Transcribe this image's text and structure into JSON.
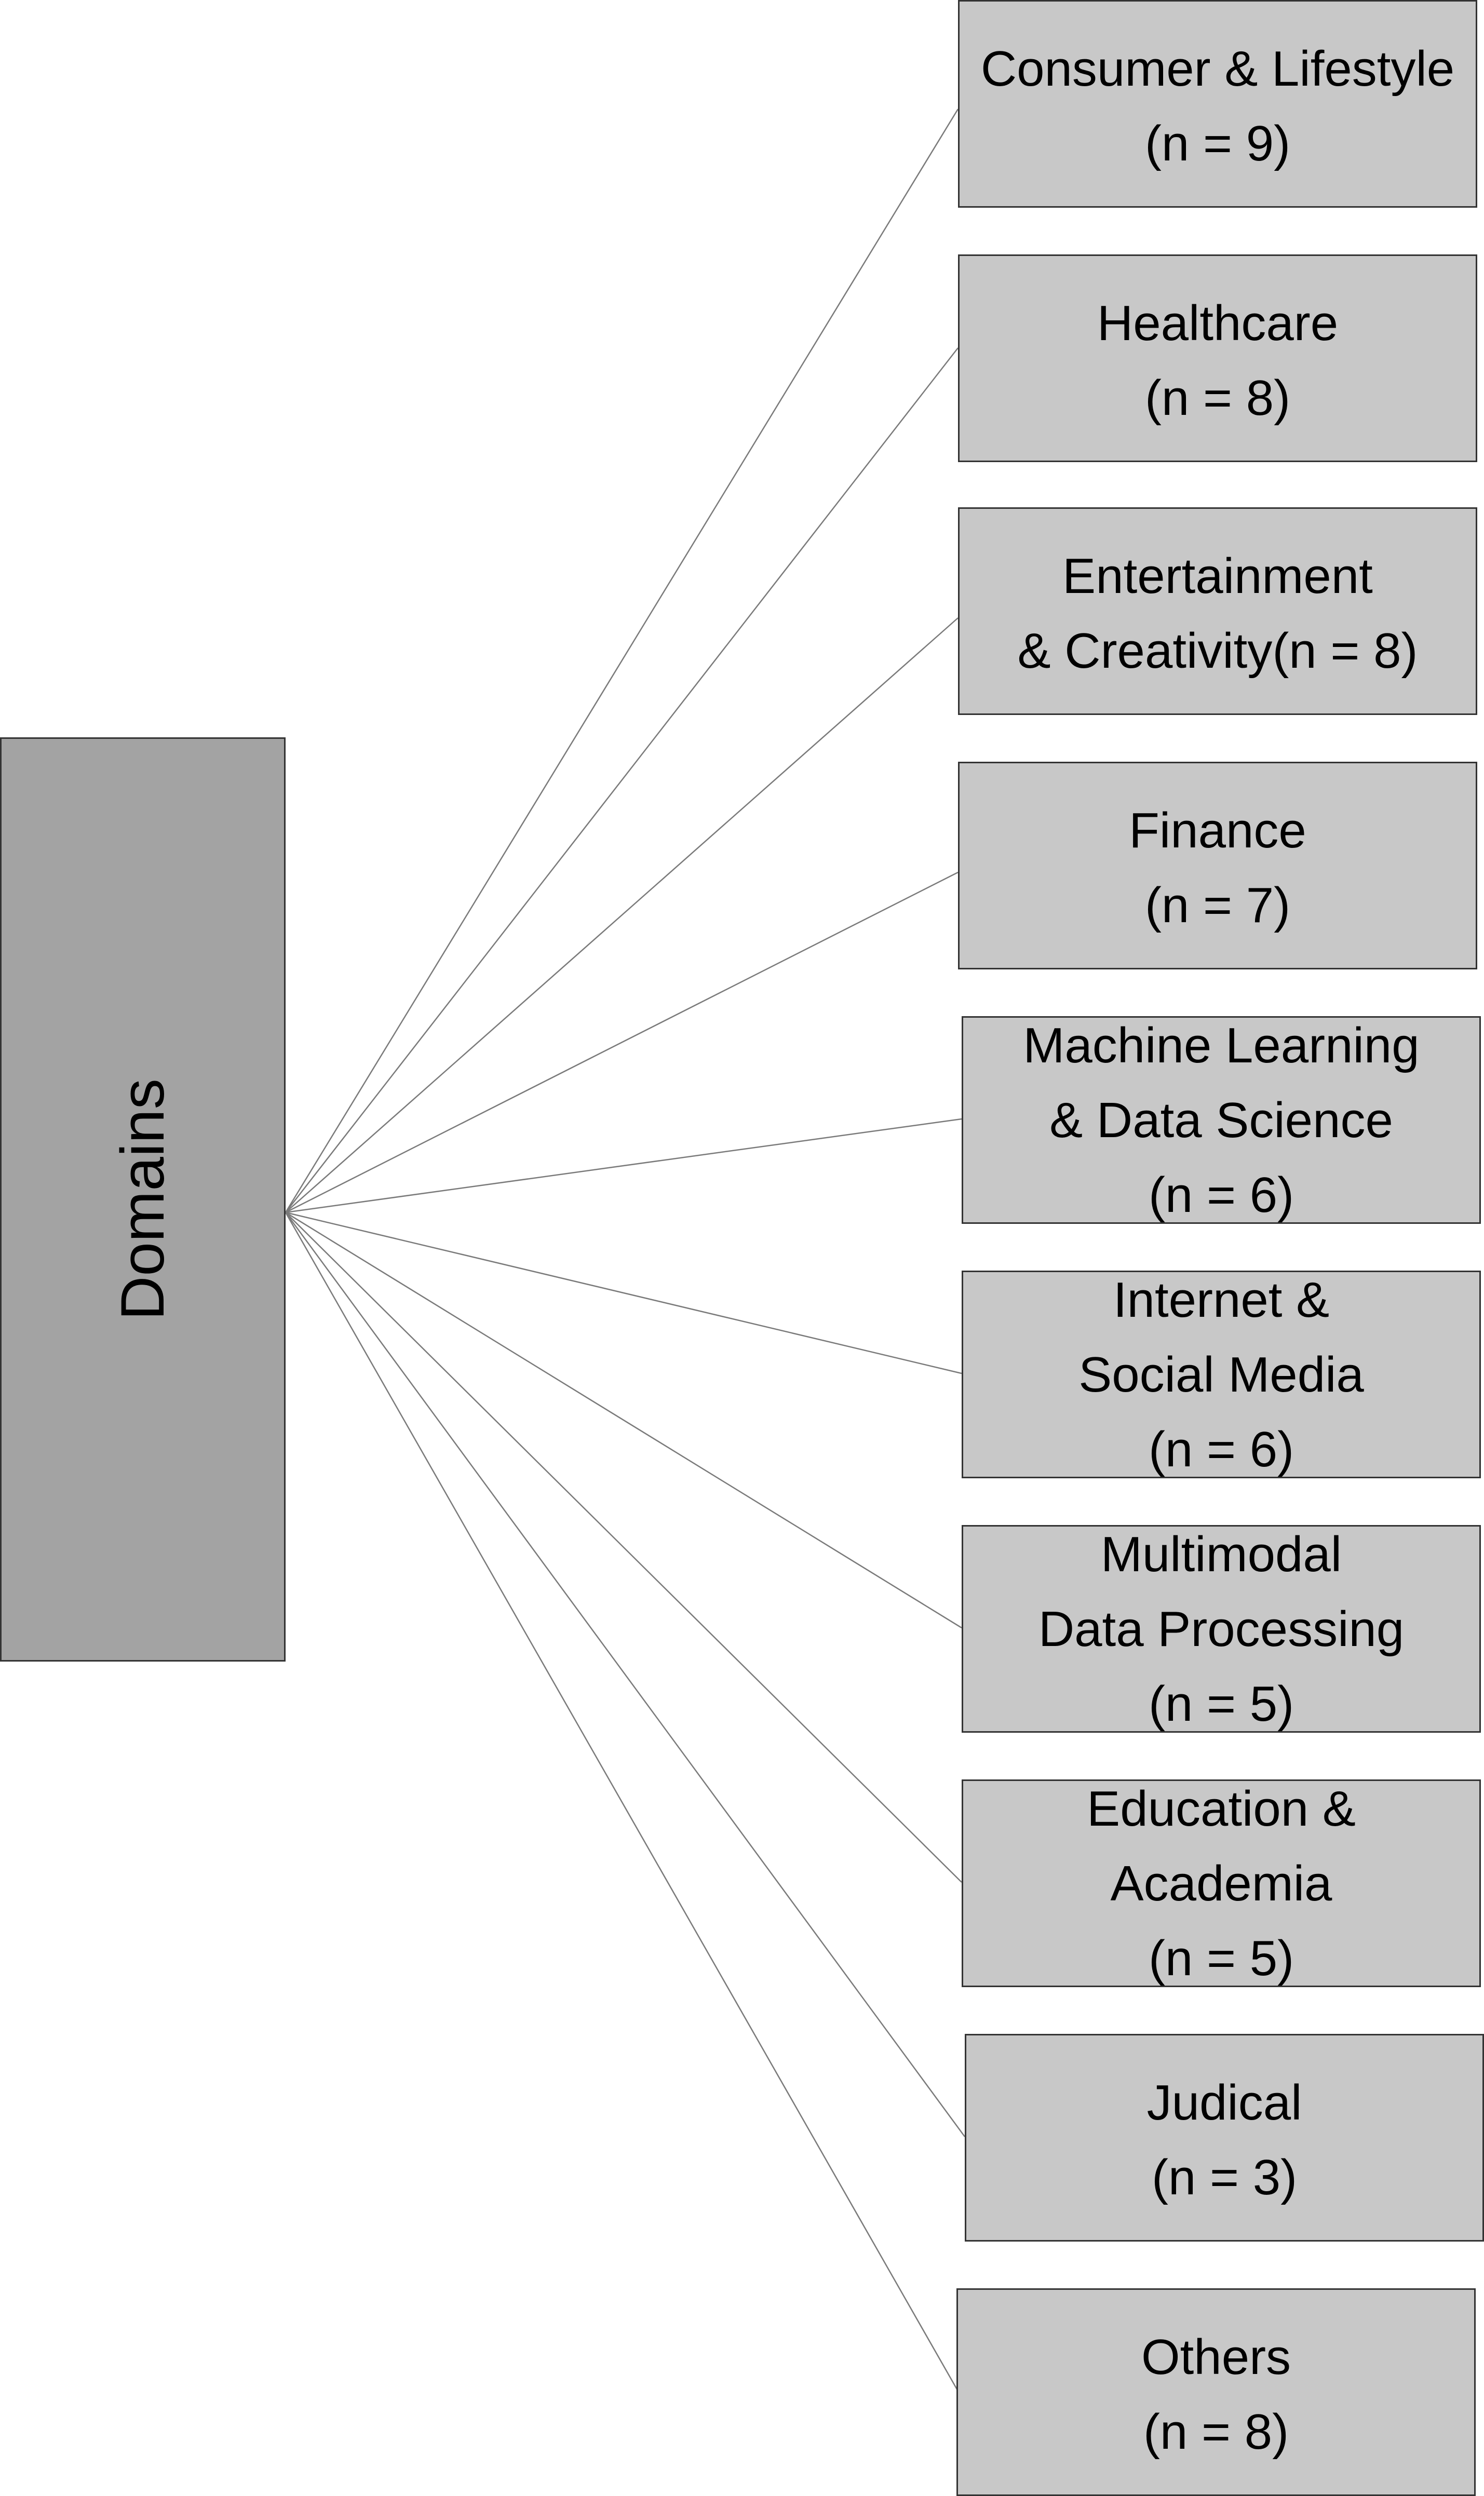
{
  "root": {
    "label": "Domains"
  },
  "domains": [
    {
      "label": "Consumer & Lifestyle\n(n = 9)"
    },
    {
      "label": "Healthcare\n(n = 8)"
    },
    {
      "label": "Entertainment\n& Creativity(n = 8)"
    },
    {
      "label": "Finance\n(n = 7)"
    },
    {
      "label": "Machine Learning\n& Data Science\n(n = 6)"
    },
    {
      "label": "Internet &\nSocial Media\n(n = 6)"
    },
    {
      "label": "Multimodal\nData Processing\n(n = 5)"
    },
    {
      "label": "Education &\nAcademia\n(n = 5)"
    },
    {
      "label": "Judical\n(n = 3)"
    },
    {
      "label": "Others\n(n = 8)"
    }
  ],
  "colors": {
    "root_fill": "#a3a3a3",
    "leaf_fill": "#c8c8c8",
    "border": "#333333",
    "connector": "#7a7a7a"
  }
}
